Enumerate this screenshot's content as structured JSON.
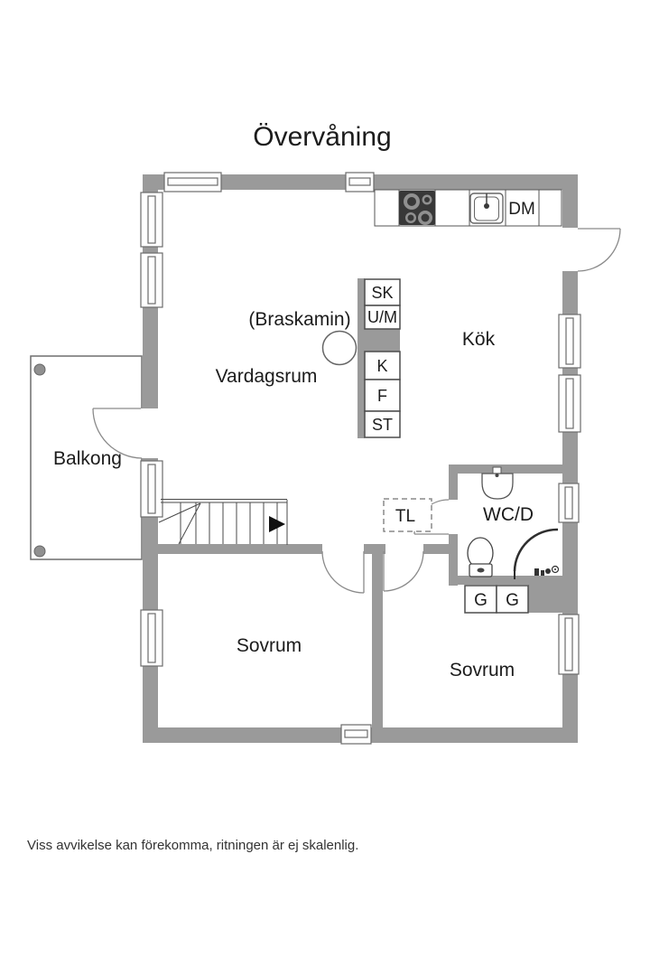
{
  "title": "Övervåning",
  "rooms": {
    "kitchen": "Kök",
    "living_room": "Vardagsrum",
    "fireplace_note": "(Braskamin)",
    "balcony": "Balkong",
    "wc": "WC/D",
    "bedroom_left": "Sovrum",
    "bedroom_right": "Sovrum"
  },
  "labels": {
    "dishwasher": "DM",
    "cleaning_closet": "SK",
    "washer": "U/M",
    "fridge": "K",
    "freezer": "F",
    "pantry": "ST",
    "wardrobe_left": "G",
    "wardrobe_right": "G",
    "hatch": "TL"
  },
  "icons": [
    "stove-icon",
    "sink-icon",
    "bathroom-sink-icon",
    "toilet-icon",
    "shower-icon",
    "stairs-icon",
    "stair-direction-arrow-icon",
    "fireplace-icon",
    "balcony-post-icon",
    "door-swing-icon",
    "window-icon"
  ],
  "footer": {
    "disclaimer": "Viss avvikelse kan förekomma, ritningen är ej skalenlig."
  },
  "colors": {
    "wall": "#9a9a9a",
    "stove": "#383838",
    "fixture_outline": "#444444",
    "thin_line": "#555555",
    "window_frame": "#6b6b6b",
    "door_arc": "#8a8a8a",
    "text": "#1c1c1c",
    "background": "#ffffff"
  }
}
